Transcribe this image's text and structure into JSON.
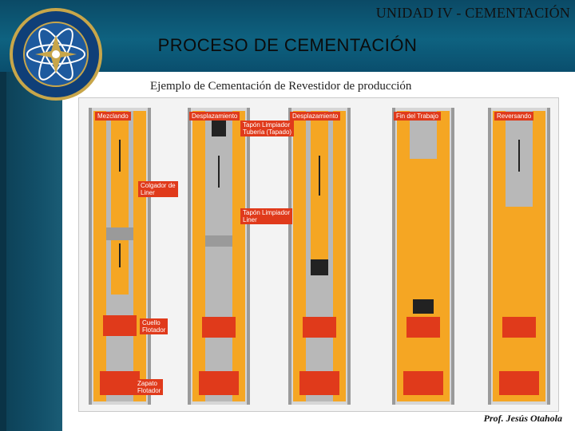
{
  "header": {
    "unit_title": "UNIDAD IV - CEMENTACIÓN",
    "main_title": "PROCESO DE CEMENTACIÓN"
  },
  "figure": {
    "subtitle": "Ejemplo de Cementación de Revestidor de producción",
    "stages": [
      {
        "label": "Mezclando"
      },
      {
        "label": "Desplazamiento"
      },
      {
        "label": "Desplazamiento"
      },
      {
        "label": "Fin del Trabajo"
      },
      {
        "label": "Reversando"
      }
    ],
    "callouts": [
      {
        "text": "Tapón Limpiador\nTubería (Tapado)"
      },
      {
        "text": "Colgador de\nLiner"
      },
      {
        "text": "Tapón Limpiador\nLiner"
      },
      {
        "text": "Cuello\nFlotador"
      },
      {
        "text": "Zapato\nFlotador"
      }
    ]
  },
  "footer": {
    "author": "Prof. Jesús Otahola"
  },
  "colors": {
    "cement": "#f5a623",
    "mud": "#b8b8b8",
    "equipment": "#e03a1b",
    "header": "#0e6280"
  }
}
